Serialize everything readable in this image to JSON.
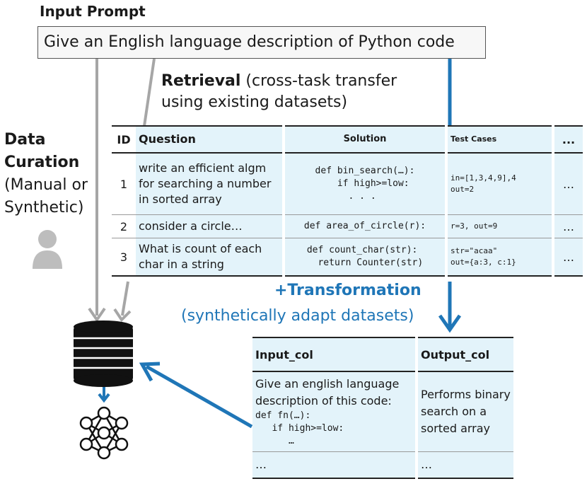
{
  "input_prompt": {
    "label": "Input Prompt",
    "text": "Give an English language description of Python code"
  },
  "retrieval": {
    "title": "Retrieval",
    "subtitle_1": " (cross-task transfer",
    "subtitle_2": "using existing datasets)"
  },
  "data_curation": {
    "line1": "Data",
    "line2": "Curation",
    "line3": "(Manual or",
    "line4": "Synthetic)"
  },
  "retrieval_table": {
    "headers": {
      "id": "ID",
      "question": "Question",
      "solution": "Solution",
      "test_cases": "Test Cases",
      "more": "..."
    },
    "rows": [
      {
        "id": "1",
        "question": "write an efficient algm for searching a number in sorted array",
        "solution": "def bin_search(…):\n    if high>=low:\n      . . .",
        "test_cases": "in=[1,3,4,9],4\nout=2",
        "more": "…"
      },
      {
        "id": "2",
        "question": "consider a circle…",
        "solution": "def area_of_circle(r):",
        "test_cases": "r=3, out=9",
        "more": "…"
      },
      {
        "id": "3",
        "question": "What is count of each char in a string",
        "solution": "def count_char(str):\n  return Counter(str)",
        "test_cases": "str=\"acaa\"\nout={a:3, c:1}",
        "more": "…"
      }
    ]
  },
  "transformation": {
    "title": "+Transformation",
    "subtitle": "(synthetically adapt datasets)"
  },
  "transform_table": {
    "headers": {
      "input": "Input_col",
      "output": "Output_col"
    },
    "row1": {
      "input_text": "Give an english language description of this code:",
      "input_code": "def fn(…):\n   if high>=low:\n      …",
      "output": "Performs binary search on a sorted array"
    },
    "row2": {
      "input": "…",
      "output": "…"
    }
  },
  "colors": {
    "accent_blue": "#1f76b7",
    "cell_bg": "#e3f3fa",
    "gray": "#a6a6a6"
  },
  "icons": [
    "person-icon",
    "database-icon",
    "neural-network-icon"
  ]
}
